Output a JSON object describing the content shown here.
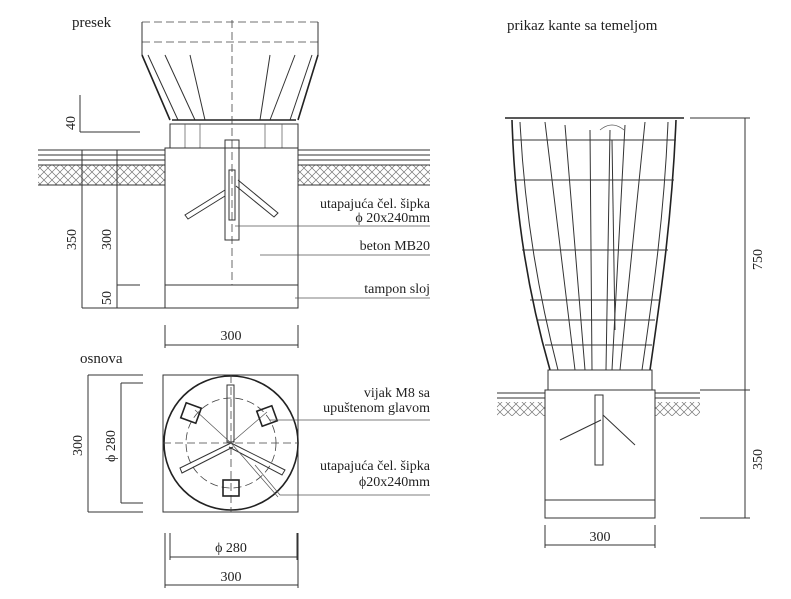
{
  "section_view": {
    "title": "presek",
    "dims": {
      "top_offset": "40",
      "total_depth": "350",
      "concrete_depth": "300",
      "gravel_depth": "50",
      "width": "300"
    },
    "labels": {
      "rod_line1": "utapajuća čel. šipka",
      "rod_line2": "ϕ 20x240mm",
      "concrete": "beton MB20",
      "gravel": "tampon sloj"
    }
  },
  "plan_view": {
    "title": "osnova",
    "dims": {
      "side": "300",
      "diameter": "ϕ 280",
      "bottom_diameter": "ϕ 280",
      "bottom_width": "300"
    },
    "labels": {
      "bolt_line1": "vijak M8 sa",
      "bolt_line2": "upuštenom glavom",
      "rod_line1": "utapajuća čel. šipka",
      "rod_line2": "ϕ20x240mm"
    }
  },
  "elevation_view": {
    "title": "prikaz kante sa temeljom",
    "dims": {
      "bin_height": "750",
      "foundation_depth": "350",
      "width": "300"
    }
  }
}
